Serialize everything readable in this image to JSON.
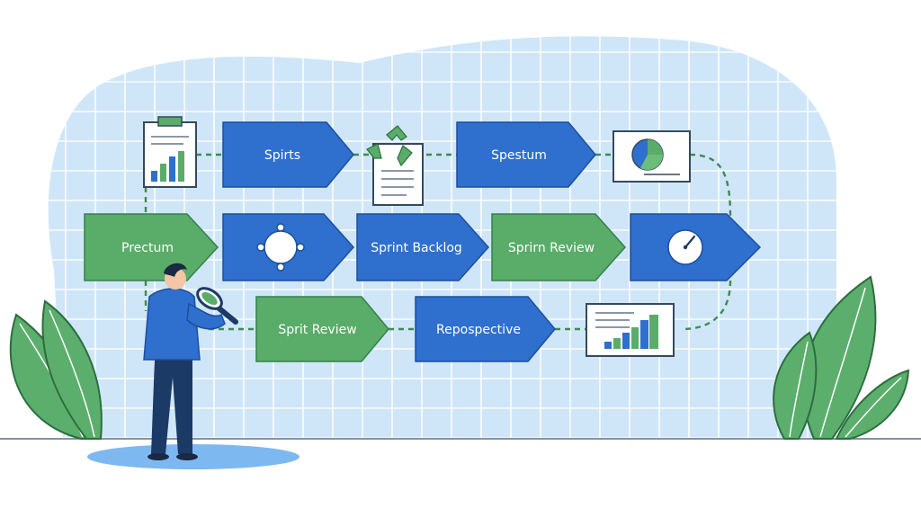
{
  "colors": {
    "blob": "#cfe6f8",
    "grid": "#ffffff",
    "blue": "#2f6fce",
    "blue_stroke": "#1c4f9c",
    "green": "#5aac69",
    "green_stroke": "#35804a",
    "connector": "#3f8a50",
    "leaf": "#5cae6c",
    "leaf_stroke": "#2c6e3f",
    "shadow": "#7eb8f0",
    "figure_shirt": "#2f6fce",
    "figure_pants": "#1c3a66",
    "figure_skin": "#f3c6a6",
    "figure_hair": "#1b2a44"
  },
  "steps": {
    "sprints": "Spirts",
    "spestum": "Spestum",
    "prectum": "Prectum",
    "sprint_backlog": "Sprint Backlog",
    "sprint_review_top": "Sprirn Review",
    "sprint_review_bottom": "Sprit Review",
    "retrospective": "Repospective"
  },
  "icons": {
    "clipboard": "clipboard-chart-icon",
    "recycle": "recycle-document-icon",
    "pie": "pie-chart-icon",
    "target": "target-icon",
    "gauge": "gauge-icon",
    "bars": "bar-chart-icon",
    "magnifier": "magnifier-icon"
  }
}
